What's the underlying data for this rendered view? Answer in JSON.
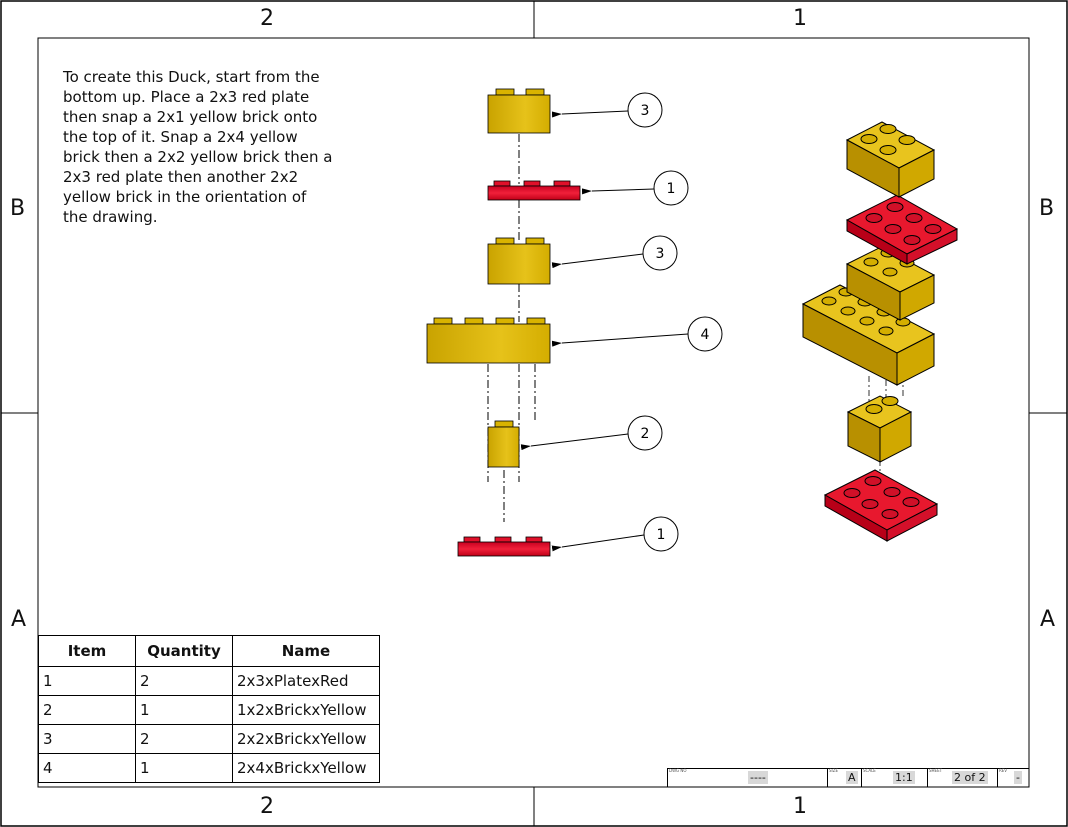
{
  "zones": {
    "top_left": "2",
    "top_right": "1",
    "bottom_left": "2",
    "bottom_right": "1",
    "left_upper": "B",
    "left_lower": "A",
    "right_upper": "B",
    "right_lower": "A"
  },
  "instructions": [
    "To create this Duck, start from the",
    "bottom up. Place a 2x3 red plate",
    "then snap a 2x1 yellow brick onto",
    "the top of it. Snap a 2x4 yellow",
    "brick then a 2x2 yellow brick then a",
    "2x3 red plate then another 2x2",
    "yellow brick in the orientation of",
    "the drawing."
  ],
  "balloons": [
    "3",
    "1",
    "3",
    "4",
    "2",
    "1"
  ],
  "bom": {
    "headers": [
      "Item",
      "Quantity",
      "Name"
    ],
    "rows": [
      [
        "1",
        "2",
        "2x3xPlatexRed"
      ],
      [
        "2",
        "1",
        "1x2xBrickxYellow"
      ],
      [
        "3",
        "2",
        "2x2xBrickxYellow"
      ],
      [
        "4",
        "1",
        "2x4xBrickxYellow"
      ]
    ]
  },
  "title_block": {
    "dwg_no_label": "DWG NO",
    "dwg_no": "----",
    "size_label": "SIZE",
    "size": "A",
    "scale_label": "SCALE",
    "scale": "1:1",
    "sheet_label": "SHEET",
    "sheet": "2 of 2",
    "rev_label": "REV",
    "rev": "-"
  },
  "colors": {
    "yellow": "#d9b300",
    "red": "#e0102a"
  }
}
